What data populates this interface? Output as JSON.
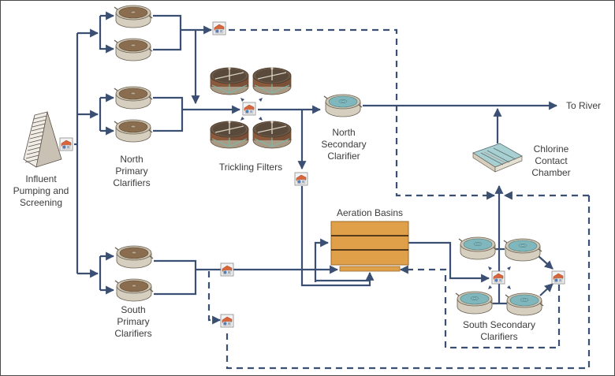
{
  "diagram": {
    "title": "Wastewater Treatment Process Flow",
    "colors": {
      "flow_line": "#3a4f72",
      "primary_clarifier": "#8a6d4e",
      "secondary_water": "#7fb7bd",
      "aeration_basin": "#e0a04a",
      "pump_roof": "#d9663a"
    },
    "labels": {
      "influent": [
        "Influent",
        "Pumping and",
        "Screening"
      ],
      "north_primary": [
        "North",
        "Primary",
        "Clarifiers"
      ],
      "south_primary": [
        "South",
        "Primary",
        "Clarifiers"
      ],
      "trickling_filters": "Trickling  Filters",
      "north_secondary": [
        "North",
        "Secondary",
        "Clarifier"
      ],
      "aeration_basins": "Aeration Basins",
      "chlorine": [
        "Chlorine",
        "Contact",
        "Chamber"
      ],
      "to_river": "To River",
      "south_secondary": [
        "South  Secondary",
        "Clarifiers"
      ]
    },
    "icons": {
      "pump_station": "pump-station-icon",
      "primary_clarifier": "primary-clarifier-icon",
      "secondary_clarifier": "secondary-clarifier-icon",
      "trickling_filter": "trickling-filter-icon",
      "screening": "screening-icon",
      "chlorine_chamber": "chlorine-chamber-icon",
      "aeration_basin": "aeration-basin-icon"
    },
    "legend_semantics": {
      "solid_line": "process flow",
      "dashed_line": "sludge / return flow"
    }
  }
}
